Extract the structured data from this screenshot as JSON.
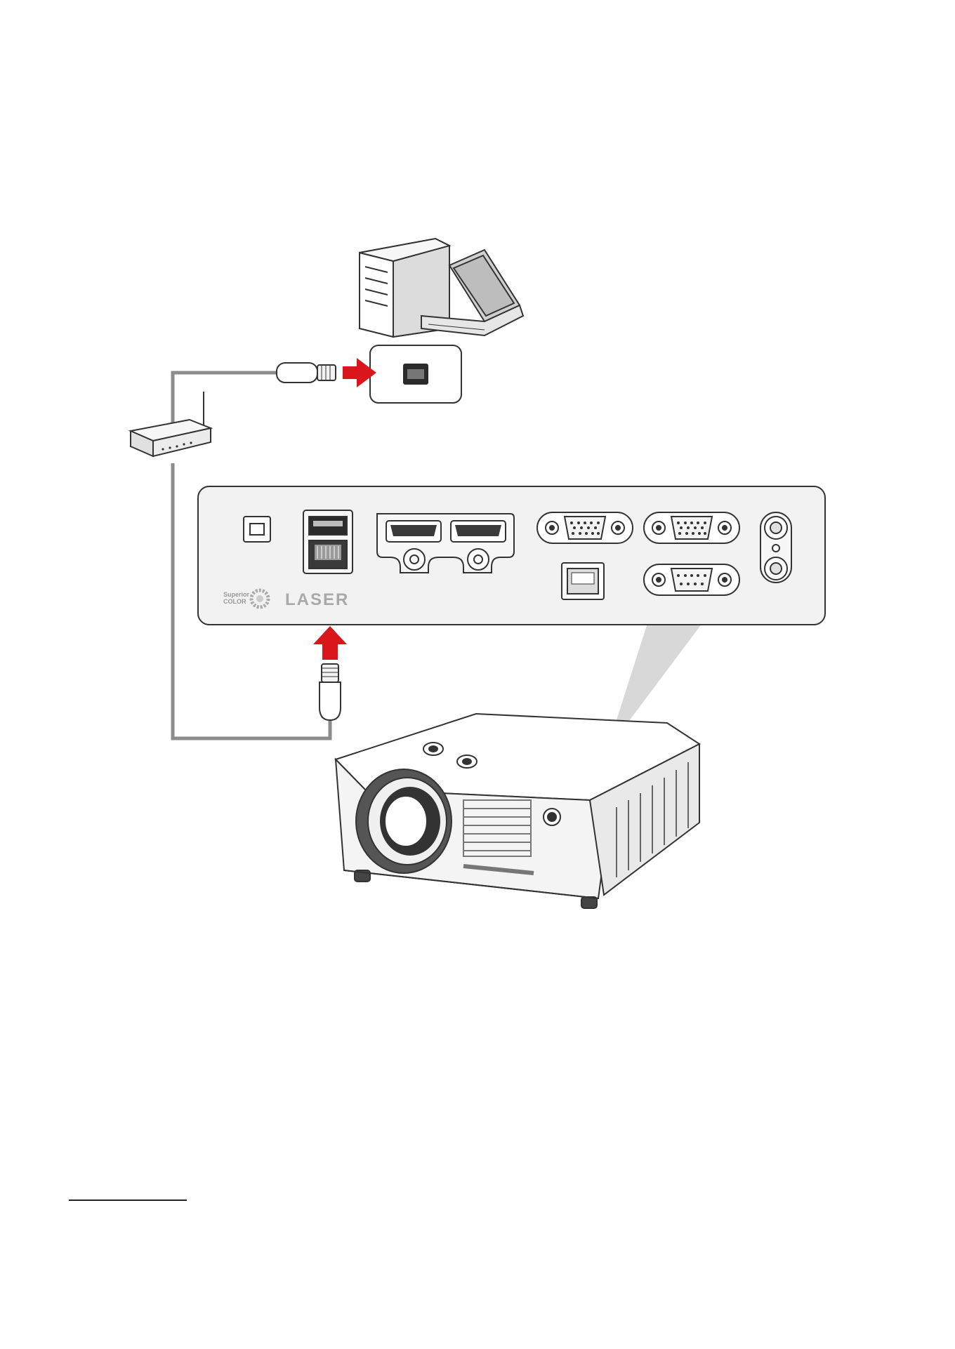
{
  "diagram": {
    "kind": "wired-lan-connection",
    "nodes": [
      {
        "id": "computers",
        "label": ""
      },
      {
        "id": "router",
        "label": ""
      },
      {
        "id": "rj45-wall-port",
        "label": ""
      },
      {
        "id": "projector",
        "label": ""
      }
    ],
    "edges": [
      {
        "from": "router",
        "to": "rj45-wall-port",
        "cable": "lan"
      },
      {
        "from": "router",
        "to": "projector",
        "cable": "lan",
        "port": "lan-port"
      }
    ]
  },
  "panel_logo": {
    "small_text": "Superior\nCOLOR",
    "brand_text": "LASER"
  },
  "colors": {
    "arrow": "#d9161c",
    "cable": "#8c8c8c",
    "line": "#333333",
    "panel_fill": "#f2f2f2",
    "beam": "#d8d8d8"
  },
  "icons": {
    "computer": "desktop-tower-and-laptop",
    "router": "router-with-antenna",
    "lan_socket": "rj45-socket",
    "plug": "rj45-plug"
  }
}
